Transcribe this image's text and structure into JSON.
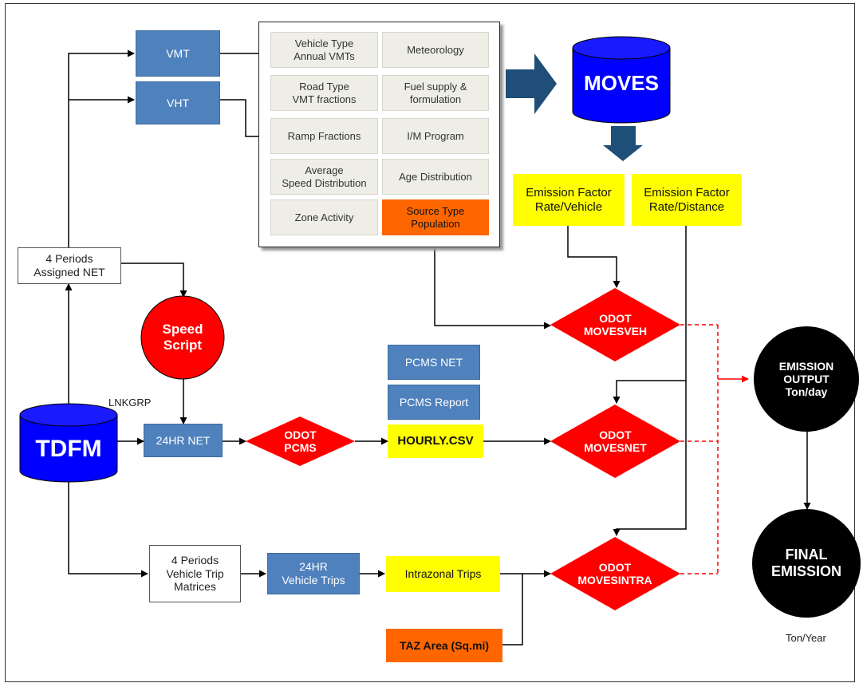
{
  "input_panel": {
    "cells": [
      "Vehicle Type\nAnnual VMTs",
      "Meteorology",
      "Road Type\nVMT fractions",
      "Fuel supply &\nformulation",
      "Ramp Fractions",
      "I/M Program",
      "Average\nSpeed Distribution",
      "Age Distribution",
      "Zone Activity",
      "Source Type\nPopulation"
    ]
  },
  "nodes": {
    "vmt": "VMT",
    "vht": "VHT",
    "moves": "MOVES",
    "ef_vehicle": "Emission Factor\nRate/Vehicle",
    "ef_distance": "Emission Factor\nRate/Distance",
    "assigned_net": "4 Periods\nAssigned NET",
    "speed_script": "Speed\nScript",
    "lnkgrp": "LNKGRP",
    "tdfm": "TDFM",
    "net_24hr": "24HR NET",
    "odot_pcms": "ODOT\nPCMS",
    "pcms_net": "PCMS NET",
    "pcms_report": "PCMS Report",
    "hourly_csv": "HOURLY.CSV",
    "odot_movesveh": "ODOT\nMOVESVEH",
    "odot_movesnet": "ODOT\nMOVESNET",
    "odot_movesintra": "ODOT\nMOVESINTRA",
    "emission_output": "EMISSION\nOUTPUT\nTon/day",
    "final_emission": "FINAL\nEMISSION",
    "ton_year": "Ton/Year",
    "trip_matrices": "4 Periods\nVehicle Trip\nMatrices",
    "vehicle_trips": "24HR\nVehicle Trips",
    "intrazonal_trips": "Intrazonal Trips",
    "taz_area": "TAZ Area (Sq.mi)"
  },
  "colors": {
    "blue_box": "#4f81bd",
    "yellow_box": "#ffff00",
    "orange_box": "#ff6600",
    "diamond_red": "#ff0000",
    "cylinder_blue": "#0000ff",
    "arrow_navy": "#1f4e79",
    "dashed_red": "#ff0000"
  }
}
